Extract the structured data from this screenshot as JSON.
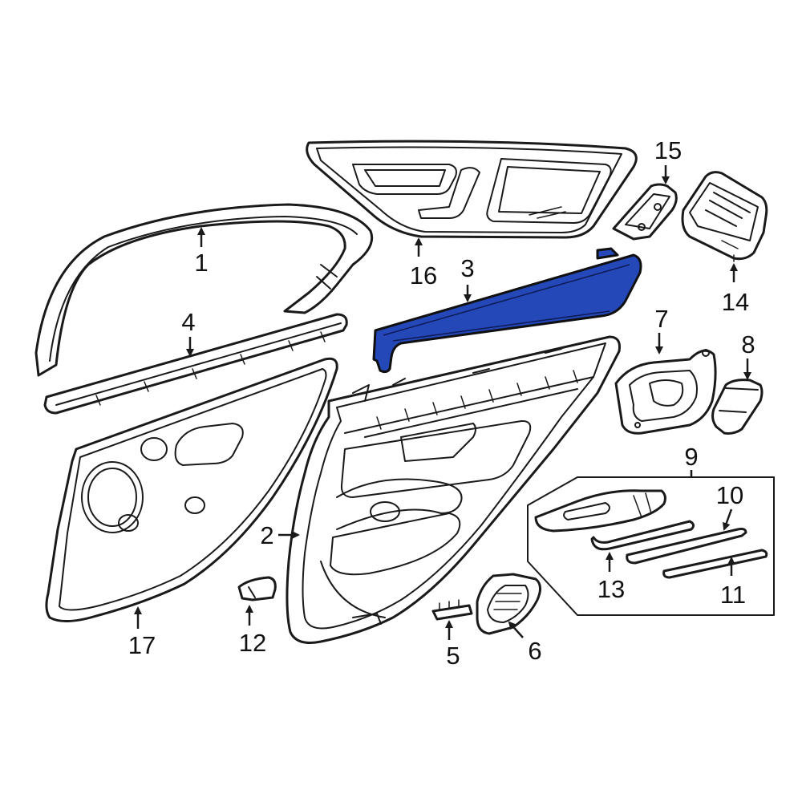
{
  "diagram": {
    "highlight_color": "#2448b8",
    "highlighted_part": "3",
    "callouts": [
      {
        "id": "c1",
        "label": "1"
      },
      {
        "id": "c2",
        "label": "2"
      },
      {
        "id": "c3",
        "label": "3"
      },
      {
        "id": "c4",
        "label": "4"
      },
      {
        "id": "c5",
        "label": "5"
      },
      {
        "id": "c6",
        "label": "6"
      },
      {
        "id": "c7",
        "label": "7"
      },
      {
        "id": "c8",
        "label": "8"
      },
      {
        "id": "c9",
        "label": "9"
      },
      {
        "id": "c10",
        "label": "10"
      },
      {
        "id": "c11",
        "label": "11"
      },
      {
        "id": "c12",
        "label": "12"
      },
      {
        "id": "c13",
        "label": "13"
      },
      {
        "id": "c14",
        "label": "14"
      },
      {
        "id": "c15",
        "label": "15"
      },
      {
        "id": "c16",
        "label": "16"
      },
      {
        "id": "c17",
        "label": "17"
      }
    ]
  }
}
